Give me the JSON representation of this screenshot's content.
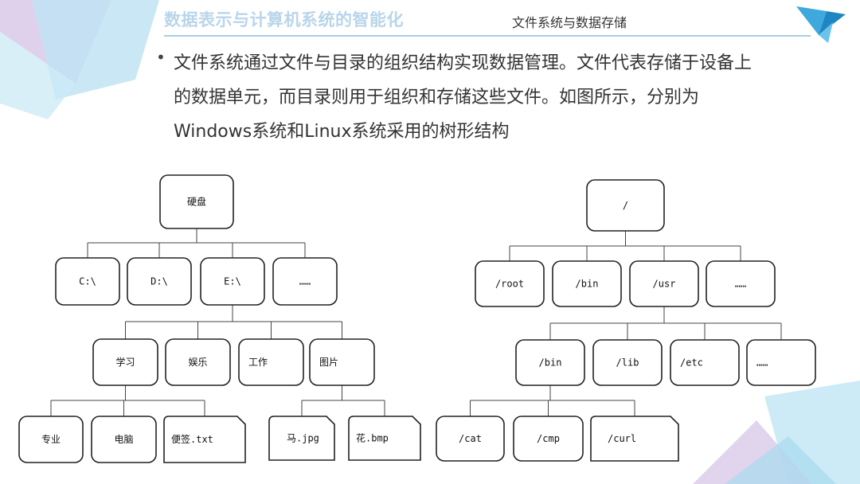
{
  "header": {
    "title": "数据表示与计算机系统的智能化",
    "subtitle": "文件系统与数据存储"
  },
  "body": {
    "bullet": "•",
    "lines": [
      "文件系统通过文件与目录的组织结构实现数据管理。文件代表存储于设备上",
      "的数据单元，而目录则用于组织和存储这些文件。如图所示，分别为",
      "Windows系统和Linux系统采用的树形结构"
    ]
  },
  "windows_tree": {
    "root": "硬盘",
    "level1": [
      "C:\\",
      "D:\\",
      "E:\\",
      "……"
    ],
    "level2": [
      "学习",
      "娱乐",
      "工作",
      "图片"
    ],
    "study_children": [
      "专业",
      "电脑",
      "便签.txt"
    ],
    "picture_children": [
      "马.jpg",
      "花.bmp"
    ]
  },
  "linux_tree": {
    "root": "/",
    "level1": [
      "/root",
      "/bin",
      "/usr",
      "……"
    ],
    "level2": [
      "/bin",
      "/lib",
      "/etc",
      "……"
    ],
    "bin_children": [
      "/cat",
      "/cmp",
      "/curl"
    ]
  },
  "colors": {
    "accent": "#a9cde6",
    "title": "#b9d5ea",
    "deco_blue": "#8fd0ec",
    "deco_purple": "#c9b6dc"
  }
}
